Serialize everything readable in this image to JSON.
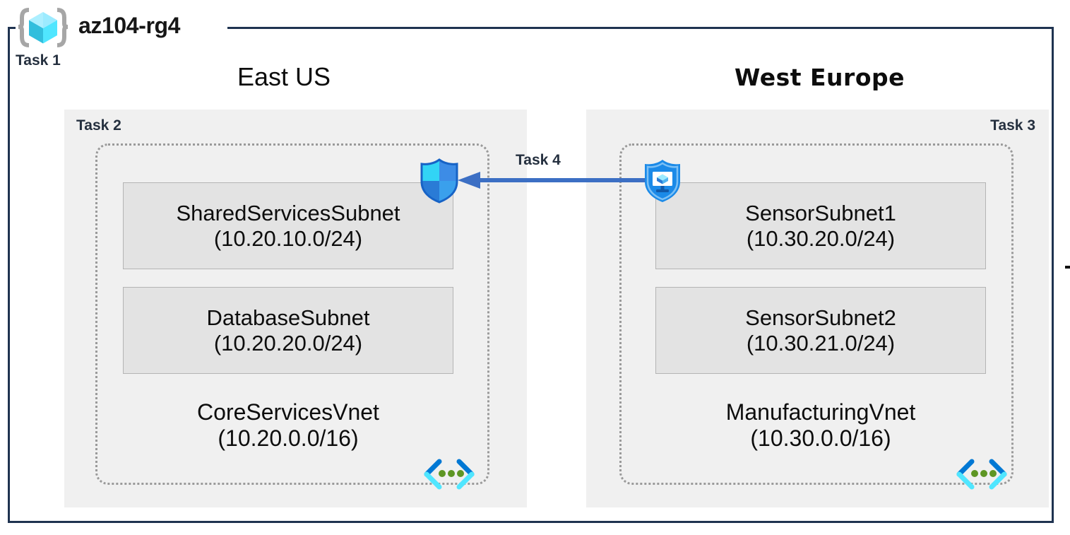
{
  "resource_group": {
    "name": "az104-rg4",
    "icon": "resource-group-cube-icon",
    "task_label": "Task 1"
  },
  "regions": [
    {
      "id": "east",
      "caption": "East US",
      "task_label": "Task 2",
      "vnet": {
        "name": "CoreServicesVnet",
        "cidr": "(10.20.0.0/16)",
        "icon": "virtual-network-icon",
        "subnets": [
          {
            "name": "SharedServicesSubnet",
            "cidr": "(10.20.10.0/24)"
          },
          {
            "name": "DatabaseSubnet",
            "cidr": "(10.20.20.0/24)"
          }
        ]
      }
    },
    {
      "id": "west",
      "caption": "West Europe",
      "task_label": "Task 3",
      "vnet": {
        "name": "ManufacturingVnet",
        "cidr": "(10.30.0.0/16)",
        "icon": "virtual-network-icon",
        "subnets": [
          {
            "name": "SensorSubnet1",
            "cidr": "(10.30.20.0/24)"
          },
          {
            "name": "SensorSubnet2",
            "cidr": "(10.30.21.0/24)"
          }
        ]
      }
    }
  ],
  "connection": {
    "task_label": "Task 4",
    "direction": "right-to-left",
    "source_icon": "security-shield-monitor-icon",
    "target_icon": "virtual-network-gateway-shield-icon",
    "arrow_icon": "left-arrow-icon"
  },
  "colors": {
    "frame_border": "#1f3350",
    "region_fill": "#f0f0f0",
    "subnet_fill": "#e3e3e3",
    "subnet_border": "#b4b4b4",
    "vnet_border": "#9a9a9a",
    "task_text": "#25303f",
    "arrow": "#3c6fc4",
    "cube_cyan": "#50e6ff",
    "shield_blue": "#0078d4",
    "vnet_icon_green": "#5e9624"
  }
}
